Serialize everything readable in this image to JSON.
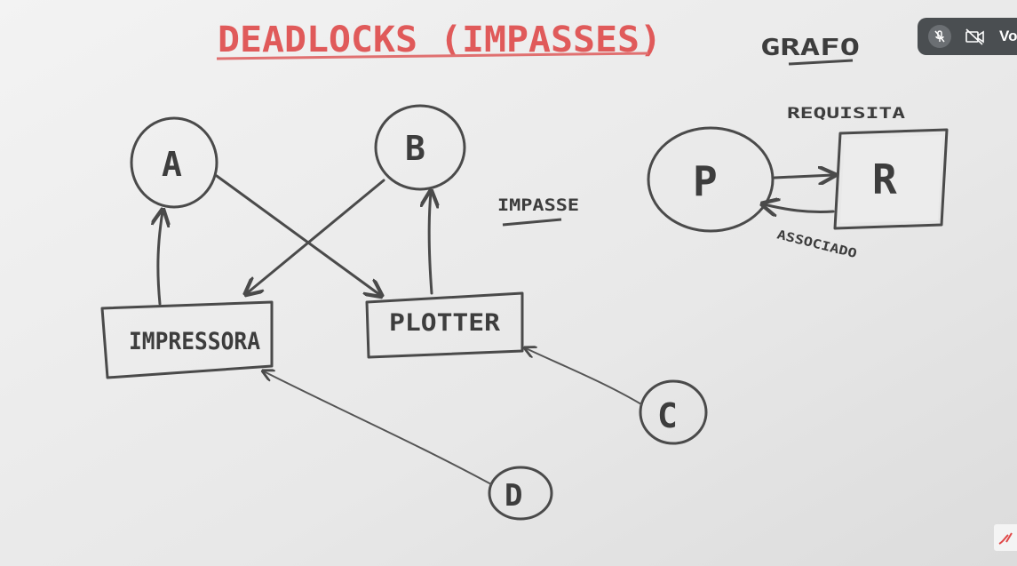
{
  "title": "DEADLOCKS (IMPASSES)",
  "labels": {
    "grafo": "GRAFO",
    "requisita": "REQUISITA",
    "associado": "ASSOCIADO",
    "impasse": "IMPASSE"
  },
  "nodes": {
    "a": "A",
    "b": "B",
    "c": "C",
    "d": "D",
    "p": "P",
    "r": "R",
    "impressora": "IMPRESSORA",
    "plotter": "PLOTTER"
  },
  "overlay": {
    "text": "Vo",
    "mic_icon": "mic-off-icon",
    "camera_icon": "camera-off-icon"
  },
  "colors": {
    "title": "#e05a5a",
    "ink": "#4a4a4a",
    "board": "#e9e9e9",
    "overlay_bg": "#3c4043"
  }
}
